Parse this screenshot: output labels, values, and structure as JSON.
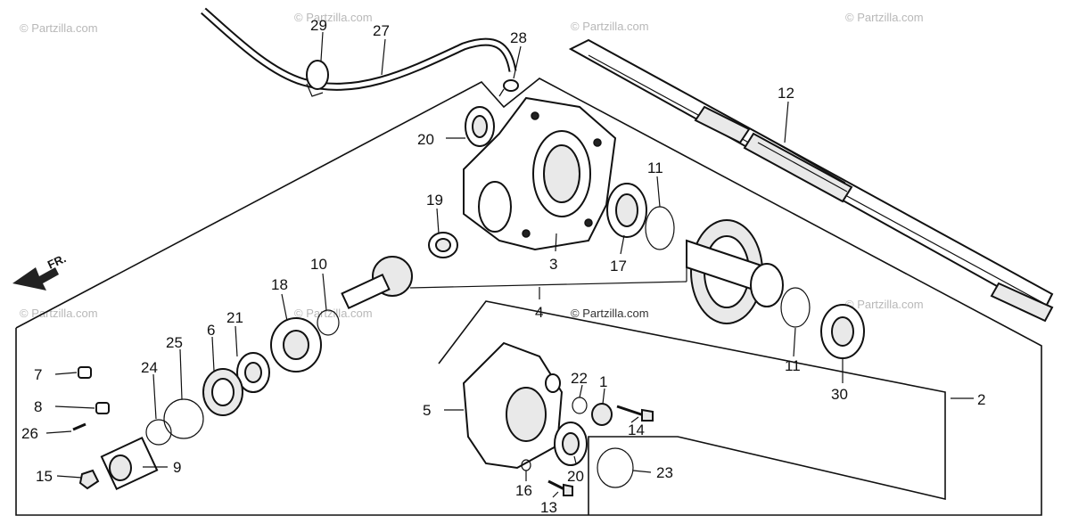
{
  "watermark": "© Partzilla.com",
  "front_indicator": "FR.",
  "callouts": {
    "p1": "1",
    "p2": "2",
    "p3": "3",
    "p4": "4",
    "p5": "5",
    "p6": "6",
    "p7": "7",
    "p8": "8",
    "p9": "9",
    "p10": "10",
    "p11a": "11",
    "p11b": "11",
    "p12": "12",
    "p13": "13",
    "p14": "14",
    "p15": "15",
    "p16": "16",
    "p17": "17",
    "p18": "18",
    "p19": "19",
    "p20a": "20",
    "p20b": "20",
    "p21": "21",
    "p22": "22",
    "p23": "23",
    "p24": "24",
    "p25": "25",
    "p26": "26",
    "p27": "27",
    "p28": "28",
    "p29": "29",
    "p30": "30"
  }
}
